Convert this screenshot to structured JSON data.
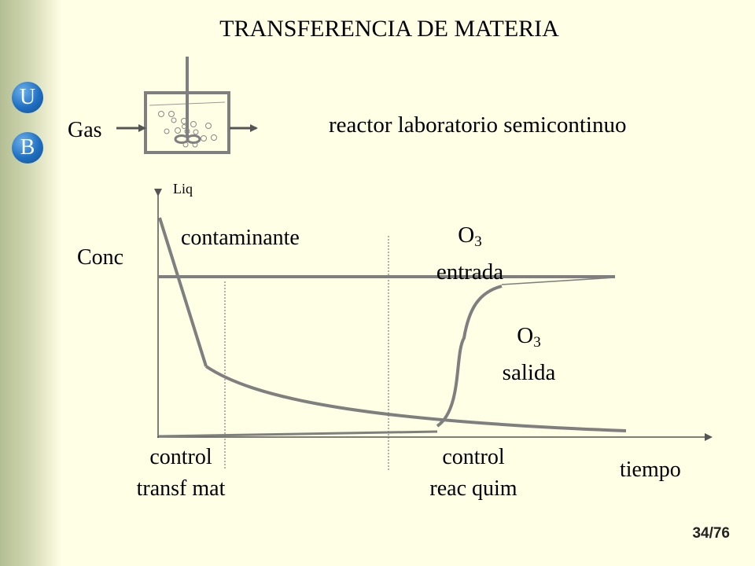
{
  "slide": {
    "title": "TRANSFERENCIA DE MATERIA",
    "page_number": "34/76",
    "logo_letters": [
      "U",
      "B"
    ]
  },
  "reactor": {
    "input_label": "Gas",
    "description": "reactor laboratorio semicontinuo"
  },
  "plot": {
    "phase_label": "Liq",
    "y_label": "Conc",
    "x_label": "tiempo",
    "curve_contaminant_label": "contaminante",
    "o3_inlet": {
      "symbol": "O",
      "subscript": "3",
      "label": "entrada"
    },
    "o3_outlet": {
      "symbol": "O",
      "subscript": "3",
      "label": "salida"
    },
    "regime_1": {
      "line1": "control",
      "line2": "transf mat"
    },
    "regime_2": {
      "line1": "control",
      "line2": "reac quim"
    }
  },
  "colors": {
    "background": "#ffffe5",
    "curve": "#7f7f7f",
    "logo": "#1f6fc2"
  }
}
